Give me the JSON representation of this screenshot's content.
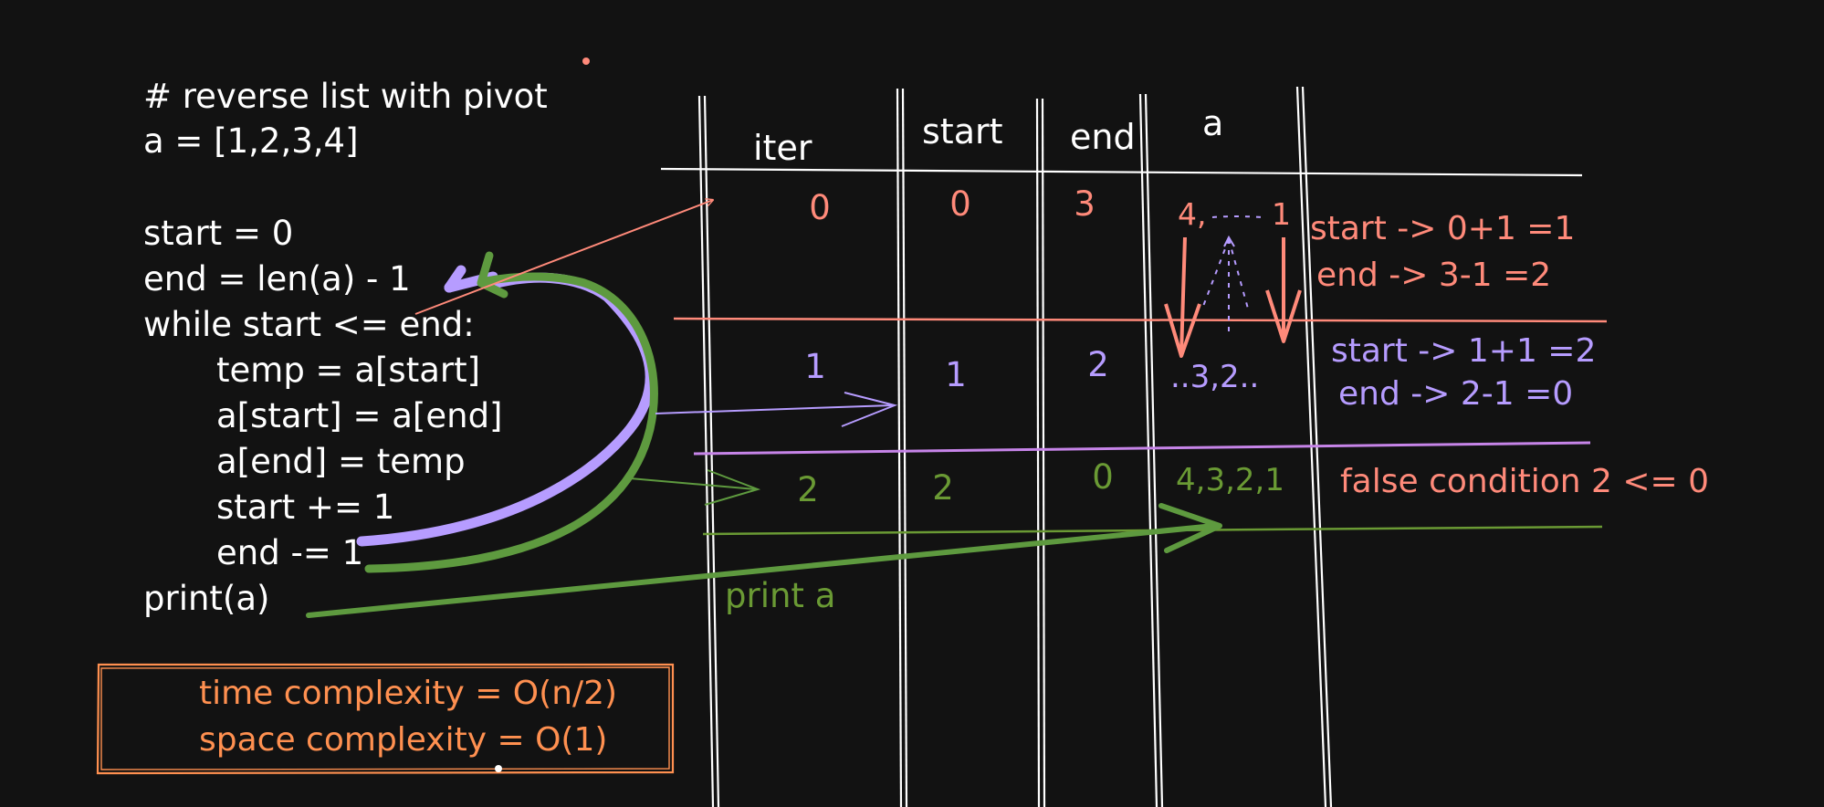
{
  "code": {
    "comment": "# reverse list with pivot",
    "lines": [
      "a = [1,2,3,4]",
      "start = 0",
      "end = len(a) - 1",
      "while start <= end:",
      "temp = a[start]",
      "a[start] = a[end]",
      "a[end] = temp",
      "start += 1",
      "end -= 1",
      "print(a)"
    ]
  },
  "table": {
    "headers": [
      "iter",
      "start",
      "end",
      "a"
    ],
    "rows": [
      {
        "iter": "0",
        "start": "0",
        "end": "3",
        "a_left": "4,",
        "a_right": "1",
        "notes": [
          "start -> 0+1 =1",
          "end -> 3-1 =2"
        ]
      },
      {
        "iter": "1",
        "start": "1",
        "end": "2",
        "a_value": "..3,2..",
        "notes": [
          "start -> 1+1 =2",
          "end -> 2-1 =0"
        ]
      },
      {
        "iter": "2",
        "start": "2",
        "end": "0",
        "a_value": "4,3,2,1",
        "notes": [
          "false condition 2 <= 0"
        ]
      }
    ],
    "print_label": "print a"
  },
  "complexity": {
    "time": "time complexity = O(n/2)",
    "space": "space complexity  = O(1)"
  },
  "colors": {
    "background": "#121212",
    "ink": "#ffffff",
    "salmon": "#ff8a7a",
    "violet": "#b69cff",
    "green": "#6a9a34",
    "orange": "#ff9050"
  }
}
